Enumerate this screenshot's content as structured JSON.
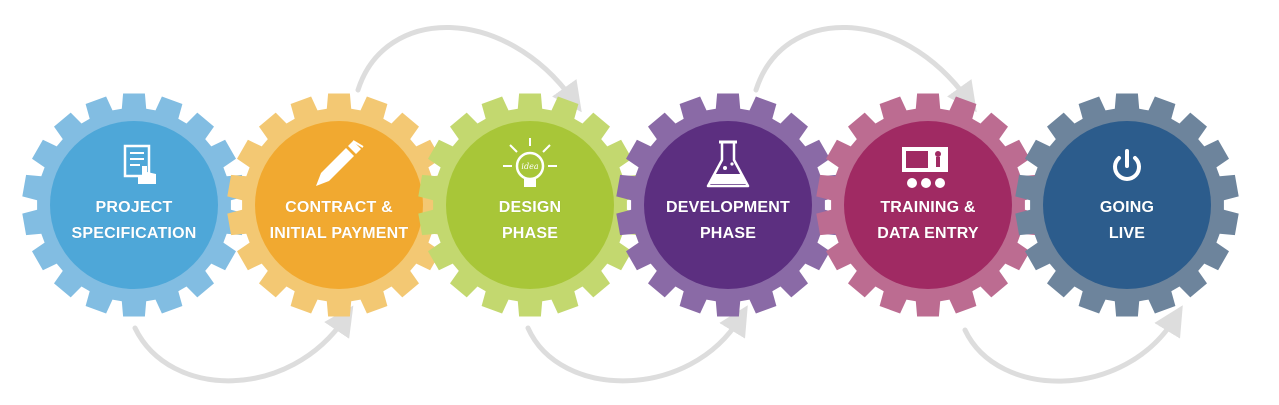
{
  "steps": [
    {
      "line1": "PROJECT",
      "line2": "SPECIFICATION",
      "icon": "document-touch-icon",
      "gear_color": "#82bde2",
      "inner_color": "#4ea7d8"
    },
    {
      "line1": "CONTRACT &",
      "line2": "INITIAL PAYMENT",
      "icon": "pen-icon",
      "gear_color": "#f3c873",
      "inner_color": "#f1a930"
    },
    {
      "line1": "DESIGN",
      "line2": "PHASE",
      "icon": "lightbulb-idea-icon",
      "gear_color": "#c3d86f",
      "inner_color": "#a8c638"
    },
    {
      "line1": "DEVELOPMENT",
      "line2": "PHASE",
      "icon": "flask-icon",
      "gear_color": "#8a6aa6",
      "inner_color": "#5c2f80"
    },
    {
      "line1": "TRAINING &",
      "line2": "DATA ENTRY",
      "icon": "presentation-board-icon",
      "gear_color": "#bc6c91",
      "inner_color": "#a02a63"
    },
    {
      "line1": "GOING",
      "line2": "LIVE",
      "icon": "power-icon",
      "gear_color": "#6d849c",
      "inner_color": "#2c5c8c"
    }
  ],
  "icon_lightbulb_text": "idea",
  "arrow_color": "#dddddd"
}
